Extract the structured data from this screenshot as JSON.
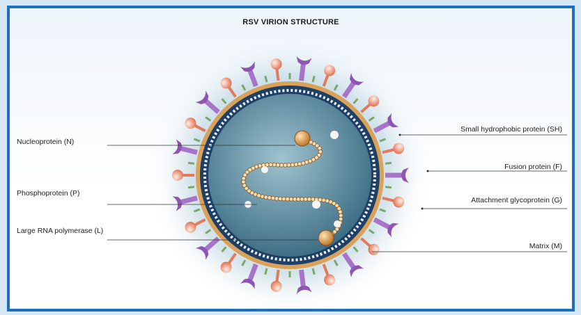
{
  "title": "RSV VIRION STRUCTURE",
  "labels_left": [
    "Nucleoprotein (N)",
    "Phosphoprotein (P)",
    "Large RNA polymerase (L)"
  ],
  "labels_right": [
    "Small hydrophobic protein (SH)",
    "Fusion protein (F)",
    "Attachment glycoprotein (G)",
    "Matrix (M)"
  ],
  "colors": {
    "frame": "#1f6fbf",
    "envelope": "#d9a25a",
    "fusion_protein": "#a874c9",
    "attachment_glycoprotein": "#f2a27c",
    "matrix": "#1f3f66",
    "nucleocapsid": "#d99a4e",
    "core": "#5f95a8"
  }
}
